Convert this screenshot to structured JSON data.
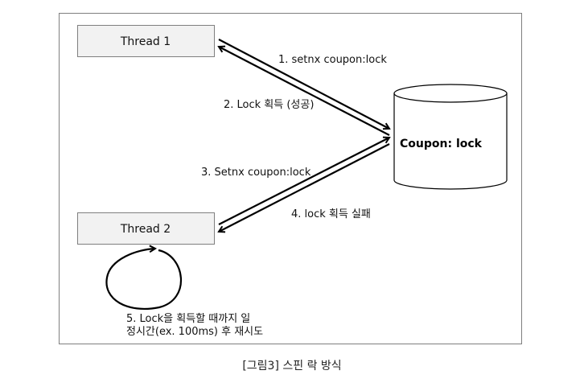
{
  "diagram": {
    "thread1_label": "Thread 1",
    "thread2_label": "Thread 2",
    "db_label": "Coupon: lock",
    "step1": "1. setnx coupon:lock",
    "step2": "2. Lock 획득 (성공)",
    "step3": "3. Setnx coupon:lock",
    "step4": "4. lock 획득 실패",
    "step5_line1": "5. Lock을 획득할 때까지 일",
    "step5_line2": "정시간(ex. 100ms) 후 재시도"
  },
  "caption": "[그림3] 스핀 락 방식",
  "colors": {
    "box_fill": "#f2f2f2",
    "box_stroke": "#7f7f7f",
    "frame_stroke": "#7f7f7f",
    "arrow": "#000000"
  }
}
